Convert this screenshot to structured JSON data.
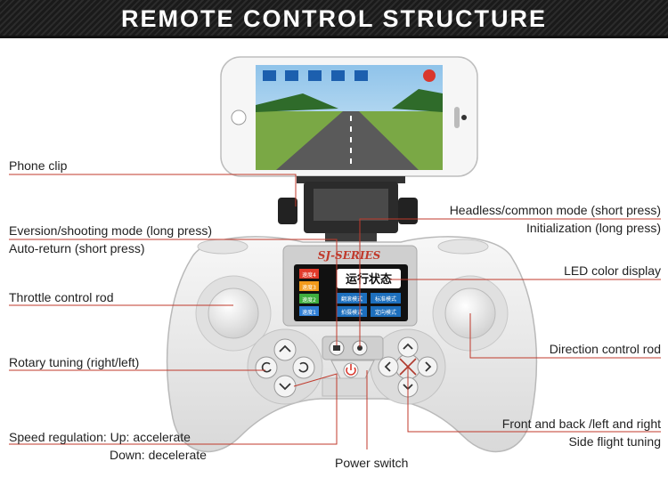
{
  "title": "REMOTE CONTROL STRUCTURE",
  "labels": {
    "phone_clip": "Phone clip",
    "eversion_line1": "Eversion/shooting mode (long press)",
    "eversion_line2": "Auto-return (short press)",
    "throttle": "Throttle control rod",
    "rotary": "Rotary tuning (right/left)",
    "speed_line1": "Speed regulation: Up: accelerate",
    "speed_line2": "Down: decelerate",
    "power": "Power switch",
    "headless_line1": "Headless/common mode (short press)",
    "headless_line2": "Initialization (long press)",
    "led": "LED color display",
    "direction": "Direction control rod",
    "front_back_line1": "Front and back /left and right",
    "front_back_line2": "Side flight tuning"
  },
  "controller": {
    "brand": "SJ-SERIES",
    "status_title": "运行状态",
    "speed_levels": [
      "速度4",
      "速度3",
      "速度2",
      "速度1"
    ],
    "mode_buttons": [
      "翻滚模式",
      "标准模式",
      "拍摄模式",
      "定向模式"
    ]
  },
  "colors": {
    "leader_line": "#c0392b",
    "banner": "#1f1f1f",
    "controller_body": "#ececec",
    "display_bg": "#111111",
    "speed_colors": [
      "#e23a2a",
      "#f29a1b",
      "#3fae3f",
      "#2f7fd6"
    ]
  },
  "icons": [
    "phone-screen",
    "camera-icon",
    "power-icon",
    "rotate-left-icon",
    "rotate-right-icon",
    "chevron-up-icon",
    "chevron-down-icon",
    "dpad-icon"
  ]
}
